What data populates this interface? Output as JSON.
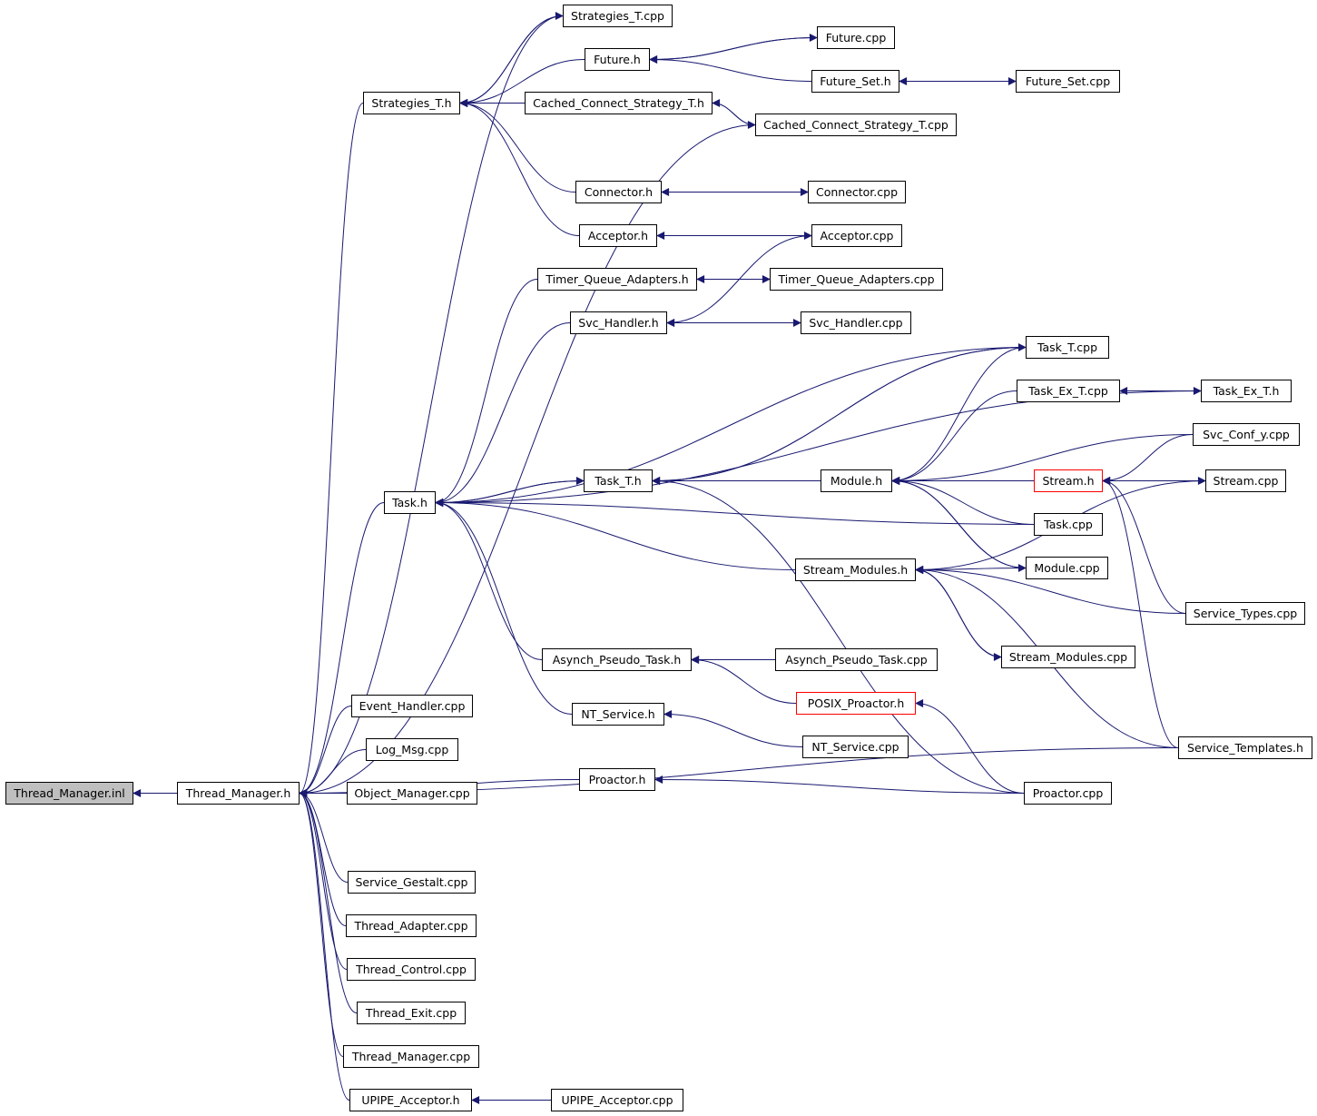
{
  "colors": {
    "edge": "#191970",
    "node_border": "#000000",
    "root_fill": "#bfbfbf",
    "highlight_border": "#ff0000"
  },
  "nodes": [
    {
      "id": "thread_manager_inl",
      "label": "Thread_Manager.inl",
      "style": "root"
    },
    {
      "id": "thread_manager_h",
      "label": "Thread_Manager.h"
    },
    {
      "id": "strategies_t_cpp",
      "label": "Strategies_T.cpp"
    },
    {
      "id": "strategies_t_h",
      "label": "Strategies_T.h"
    },
    {
      "id": "future_h",
      "label": "Future.h"
    },
    {
      "id": "future_cpp",
      "label": "Future.cpp"
    },
    {
      "id": "future_set_h",
      "label": "Future_Set.h"
    },
    {
      "id": "future_set_cpp",
      "label": "Future_Set.cpp"
    },
    {
      "id": "cached_connect_strategy_t_h",
      "label": "Cached_Connect_Strategy_T.h"
    },
    {
      "id": "cached_connect_strategy_t_cpp",
      "label": "Cached_Connect_Strategy_T.cpp"
    },
    {
      "id": "connector_h",
      "label": "Connector.h"
    },
    {
      "id": "connector_cpp",
      "label": "Connector.cpp"
    },
    {
      "id": "acceptor_h",
      "label": "Acceptor.h"
    },
    {
      "id": "acceptor_cpp",
      "label": "Acceptor.cpp"
    },
    {
      "id": "timer_queue_adapters_h",
      "label": "Timer_Queue_Adapters.h"
    },
    {
      "id": "timer_queue_adapters_cpp",
      "label": "Timer_Queue_Adapters.cpp"
    },
    {
      "id": "svc_handler_h",
      "label": "Svc_Handler.h"
    },
    {
      "id": "svc_handler_cpp",
      "label": "Svc_Handler.cpp"
    },
    {
      "id": "task_t_cpp",
      "label": "Task_T.cpp"
    },
    {
      "id": "task_ex_t_cpp",
      "label": "Task_Ex_T.cpp"
    },
    {
      "id": "task_ex_t_h",
      "label": "Task_Ex_T.h"
    },
    {
      "id": "svc_conf_y_cpp",
      "label": "Svc_Conf_y.cpp"
    },
    {
      "id": "task_h",
      "label": "Task.h"
    },
    {
      "id": "task_t_h",
      "label": "Task_T.h"
    },
    {
      "id": "module_h",
      "label": "Module.h"
    },
    {
      "id": "stream_h",
      "label": "Stream.h",
      "style": "red"
    },
    {
      "id": "stream_cpp",
      "label": "Stream.cpp"
    },
    {
      "id": "task_cpp",
      "label": "Task.cpp"
    },
    {
      "id": "module_cpp",
      "label": "Module.cpp"
    },
    {
      "id": "stream_modules_h",
      "label": "Stream_Modules.h"
    },
    {
      "id": "service_types_cpp",
      "label": "Service_Types.cpp"
    },
    {
      "id": "stream_modules_cpp",
      "label": "Stream_Modules.cpp"
    },
    {
      "id": "asynch_pseudo_task_h",
      "label": "Asynch_Pseudo_Task.h"
    },
    {
      "id": "asynch_pseudo_task_cpp",
      "label": "Asynch_Pseudo_Task.cpp"
    },
    {
      "id": "posix_proactor_h",
      "label": "POSIX_Proactor.h",
      "style": "red"
    },
    {
      "id": "event_handler_cpp",
      "label": "Event_Handler.cpp"
    },
    {
      "id": "nt_service_h",
      "label": "NT_Service.h"
    },
    {
      "id": "nt_service_cpp",
      "label": "NT_Service.cpp"
    },
    {
      "id": "service_templates_h",
      "label": "Service_Templates.h"
    },
    {
      "id": "log_msg_cpp",
      "label": "Log_Msg.cpp"
    },
    {
      "id": "proactor_h",
      "label": "Proactor.h"
    },
    {
      "id": "proactor_cpp",
      "label": "Proactor.cpp"
    },
    {
      "id": "object_manager_cpp",
      "label": "Object_Manager.cpp"
    },
    {
      "id": "service_gestalt_cpp",
      "label": "Service_Gestalt.cpp"
    },
    {
      "id": "thread_adapter_cpp",
      "label": "Thread_Adapter.cpp"
    },
    {
      "id": "thread_control_cpp",
      "label": "Thread_Control.cpp"
    },
    {
      "id": "thread_exit_cpp",
      "label": "Thread_Exit.cpp"
    },
    {
      "id": "thread_manager_cpp",
      "label": "Thread_Manager.cpp"
    },
    {
      "id": "upipe_acceptor_h",
      "label": "UPIPE_Acceptor.h"
    },
    {
      "id": "upipe_acceptor_cpp",
      "label": "UPIPE_Acceptor.cpp"
    }
  ],
  "edges": [
    [
      "thread_manager_h",
      "thread_manager_inl"
    ],
    [
      "strategies_t_cpp",
      "thread_manager_h"
    ],
    [
      "strategies_t_h",
      "thread_manager_h"
    ],
    [
      "cached_connect_strategy_t_cpp",
      "thread_manager_h"
    ],
    [
      "task_h",
      "thread_manager_h"
    ],
    [
      "event_handler_cpp",
      "thread_manager_h"
    ],
    [
      "log_msg_cpp",
      "thread_manager_h"
    ],
    [
      "object_manager_cpp",
      "thread_manager_h"
    ],
    [
      "proactor_h",
      "thread_manager_h"
    ],
    [
      "service_templates_h",
      "thread_manager_h"
    ],
    [
      "service_gestalt_cpp",
      "thread_manager_h"
    ],
    [
      "thread_adapter_cpp",
      "thread_manager_h"
    ],
    [
      "thread_control_cpp",
      "thread_manager_h"
    ],
    [
      "thread_exit_cpp",
      "thread_manager_h"
    ],
    [
      "thread_manager_cpp",
      "thread_manager_h"
    ],
    [
      "upipe_acceptor_h",
      "thread_manager_h"
    ],
    [
      "upipe_acceptor_cpp",
      "upipe_acceptor_h"
    ],
    [
      "strategies_t_h",
      "strategies_t_cpp"
    ],
    [
      "strategies_t_cpp",
      "strategies_t_h"
    ],
    [
      "future_h",
      "strategies_t_h"
    ],
    [
      "cached_connect_strategy_t_h",
      "strategies_t_h"
    ],
    [
      "connector_h",
      "strategies_t_h"
    ],
    [
      "acceptor_h",
      "strategies_t_h"
    ],
    [
      "future_h",
      "future_cpp"
    ],
    [
      "future_cpp",
      "future_h"
    ],
    [
      "future_set_h",
      "future_h"
    ],
    [
      "future_set_h",
      "future_set_cpp"
    ],
    [
      "future_set_cpp",
      "future_set_h"
    ],
    [
      "cached_connect_strategy_t_h",
      "cached_connect_strategy_t_cpp"
    ],
    [
      "cached_connect_strategy_t_cpp",
      "cached_connect_strategy_t_h"
    ],
    [
      "connector_h",
      "connector_cpp"
    ],
    [
      "connector_cpp",
      "connector_h"
    ],
    [
      "acceptor_h",
      "acceptor_cpp"
    ],
    [
      "acceptor_cpp",
      "acceptor_h"
    ],
    [
      "acceptor_cpp",
      "svc_handler_h"
    ],
    [
      "timer_queue_adapters_h",
      "timer_queue_adapters_cpp"
    ],
    [
      "timer_queue_adapters_cpp",
      "timer_queue_adapters_h"
    ],
    [
      "svc_handler_h",
      "svc_handler_cpp"
    ],
    [
      "svc_handler_cpp",
      "svc_handler_h"
    ],
    [
      "timer_queue_adapters_h",
      "task_h"
    ],
    [
      "svc_handler_h",
      "task_h"
    ],
    [
      "task_t_h",
      "task_h"
    ],
    [
      "task_h",
      "task_t_h"
    ],
    [
      "task_t_cpp",
      "task_h"
    ],
    [
      "task_ex_t_h",
      "task_h"
    ],
    [
      "task_cpp",
      "task_h"
    ],
    [
      "stream_modules_h",
      "task_h"
    ],
    [
      "asynch_pseudo_task_h",
      "task_h"
    ],
    [
      "nt_service_h",
      "task_h"
    ],
    [
      "task_t_h",
      "task_t_cpp"
    ],
    [
      "task_t_cpp",
      "task_t_h"
    ],
    [
      "module_h",
      "task_t_h"
    ],
    [
      "proactor_cpp",
      "task_t_h"
    ],
    [
      "task_t_cpp",
      "module_h"
    ],
    [
      "task_ex_t_cpp",
      "module_h"
    ],
    [
      "svc_conf_y_cpp",
      "module_h"
    ],
    [
      "stream_h",
      "module_h"
    ],
    [
      "task_cpp",
      "module_h"
    ],
    [
      "module_cpp",
      "module_h"
    ],
    [
      "module_h",
      "module_cpp"
    ],
    [
      "task_ex_t_cpp",
      "task_ex_t_h"
    ],
    [
      "task_ex_t_h",
      "task_ex_t_cpp"
    ],
    [
      "svc_conf_y_cpp",
      "stream_h"
    ],
    [
      "stream_h",
      "stream_cpp"
    ],
    [
      "stream_cpp",
      "stream_h"
    ],
    [
      "service_types_cpp",
      "stream_h"
    ],
    [
      "service_templates_h",
      "stream_h"
    ],
    [
      "module_cpp",
      "stream_modules_h"
    ],
    [
      "stream_cpp",
      "stream_modules_h"
    ],
    [
      "stream_modules_h",
      "stream_modules_cpp"
    ],
    [
      "stream_modules_cpp",
      "stream_modules_h"
    ],
    [
      "service_types_cpp",
      "stream_modules_h"
    ],
    [
      "service_templates_h",
      "stream_modules_h"
    ],
    [
      "asynch_pseudo_task_cpp",
      "asynch_pseudo_task_h"
    ],
    [
      "posix_proactor_h",
      "asynch_pseudo_task_h"
    ],
    [
      "proactor_cpp",
      "posix_proactor_h"
    ],
    [
      "nt_service_cpp",
      "nt_service_h"
    ],
    [
      "proactor_cpp",
      "proactor_h"
    ]
  ]
}
